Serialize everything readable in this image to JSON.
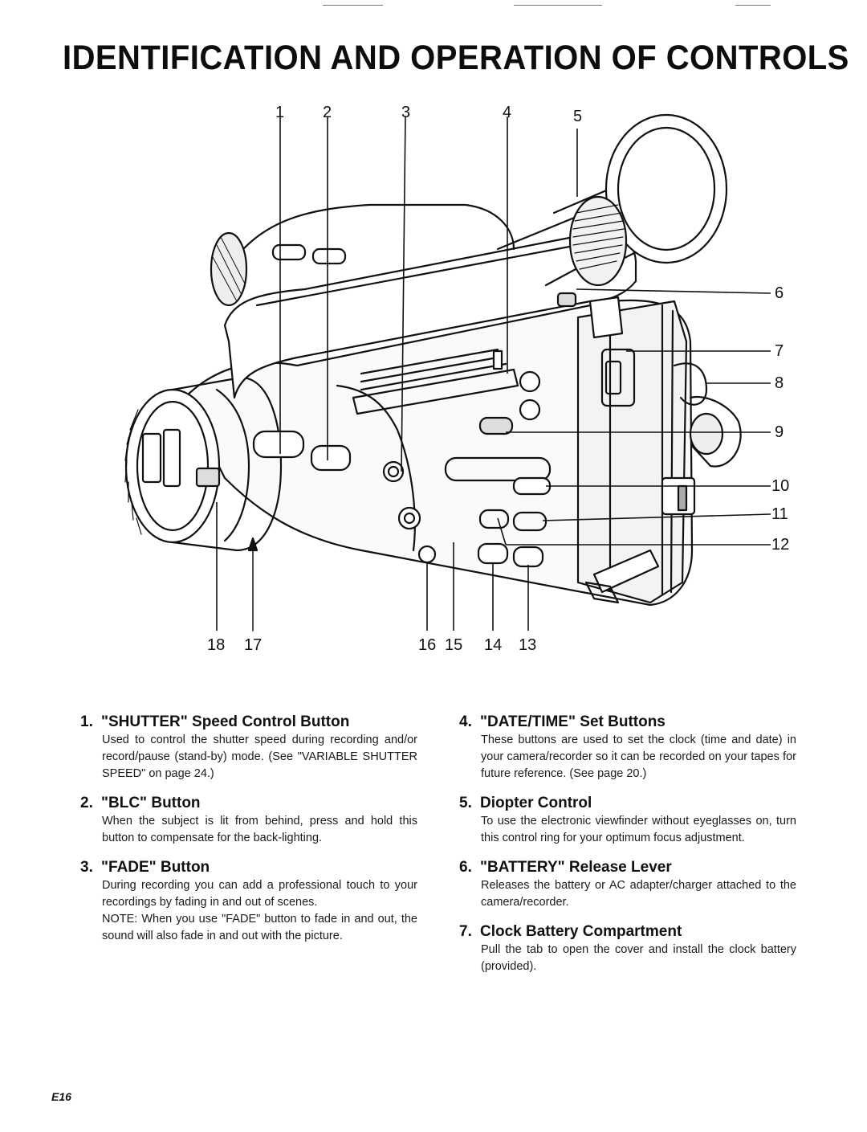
{
  "page": {
    "title": "IDENTIFICATION AND OPERATION OF CONTROLS",
    "page_number": "E16"
  },
  "figure": {
    "callouts": {
      "c1": "1",
      "c2": "2",
      "c3": "3",
      "c4": "4",
      "c5": "5",
      "c6": "6",
      "c7": "7",
      "c8": "8",
      "c9": "9",
      "c10": "10",
      "c11": "11",
      "c12": "12",
      "c18": "18",
      "c17": "17",
      "c16": "16",
      "c15": "15",
      "c14": "14",
      "c13": "13"
    }
  },
  "items": [
    {
      "num": "1.",
      "title": "\"SHUTTER\" Speed Control Button",
      "body": "Used to control the shutter speed during recording and/or record/pause (stand-by) mode. (See \"VARIABLE SHUTTER SPEED\" on page 24.)"
    },
    {
      "num": "2.",
      "title": "\"BLC\" Button",
      "body": "When the subject is lit from behind, press and hold this button to compensate for the back-lighting."
    },
    {
      "num": "3.",
      "title": "\"FADE\" Button",
      "body": "During recording you can add a professional touch to your recordings by fading in and out of scenes.",
      "note": "NOTE: When you use \"FADE\" button to fade in and out, the sound will also fade in and out with the picture."
    },
    {
      "num": "4.",
      "title": "\"DATE/TIME\" Set Buttons",
      "body": "These buttons are used to set the clock (time and date) in your camera/recorder so it can be recorded on your tapes for future reference. (See page 20.)"
    },
    {
      "num": "5.",
      "title": "Diopter Control",
      "body": "To use the electronic viewfinder without eyeglasses on, turn this control ring for your optimum focus adjustment."
    },
    {
      "num": "6.",
      "title": "\"BATTERY\" Release Lever",
      "body": "Releases the battery or AC adapter/charger attached to the camera/recorder."
    },
    {
      "num": "7.",
      "title": "Clock Battery Compartment",
      "body": "Pull the tab to open the cover and install the clock battery (provided)."
    }
  ]
}
